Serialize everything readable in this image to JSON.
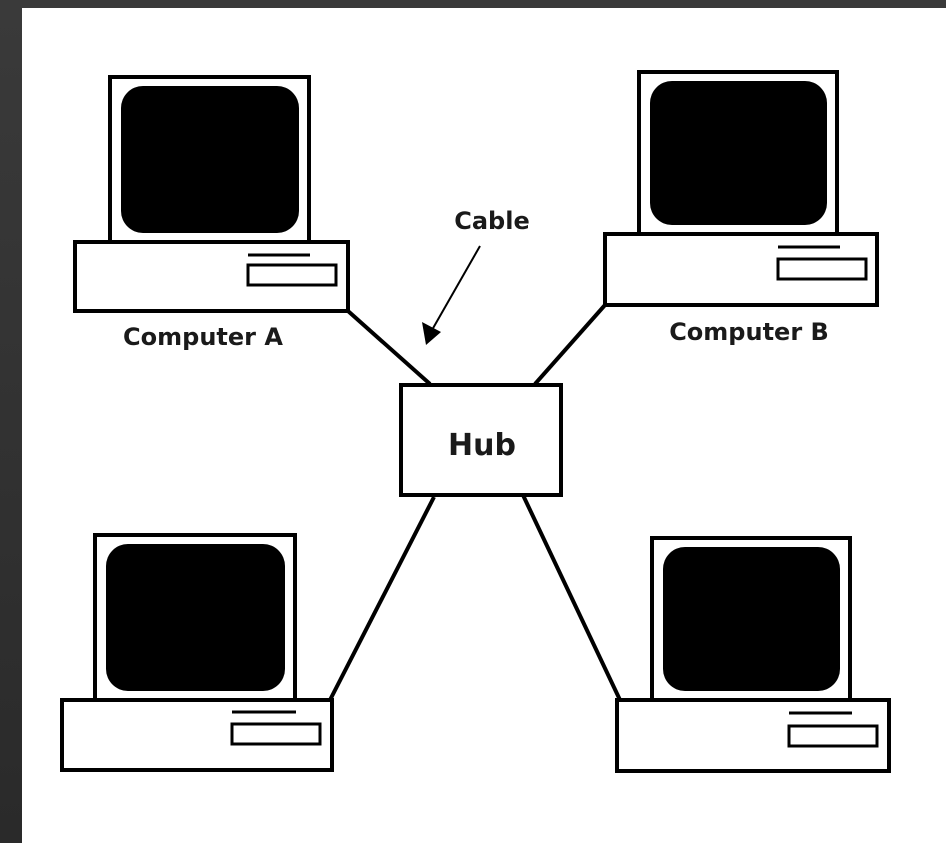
{
  "diagram": {
    "nodes": [
      {
        "id": "computer-a",
        "label": "Computer A",
        "kind": "computer"
      },
      {
        "id": "computer-b",
        "label": "Computer B",
        "kind": "computer"
      },
      {
        "id": "computer-c",
        "label": "",
        "kind": "computer"
      },
      {
        "id": "computer-d",
        "label": "",
        "kind": "computer"
      },
      {
        "id": "hub",
        "label": "Hub",
        "kind": "hub"
      }
    ],
    "edges": [
      {
        "from": "computer-a",
        "to": "hub"
      },
      {
        "from": "computer-b",
        "to": "hub"
      },
      {
        "from": "computer-c",
        "to": "hub"
      },
      {
        "from": "computer-d",
        "to": "hub"
      }
    ],
    "annotations": [
      {
        "text": "Cable",
        "points_to": "computer-a-hub-cable"
      }
    ],
    "colors": {
      "stroke": "#000000",
      "screen": "#000000",
      "background": "#ffffff",
      "frame": "#2b2b2b"
    }
  }
}
